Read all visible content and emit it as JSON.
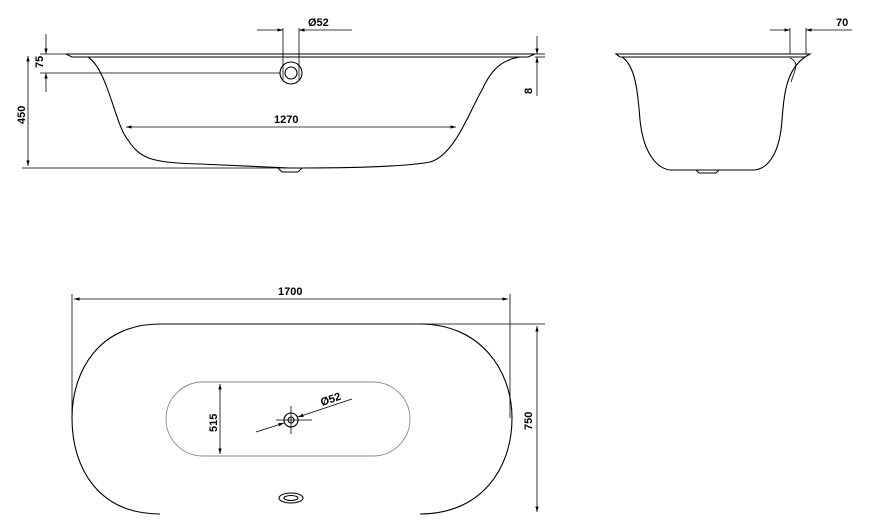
{
  "dimensions": {
    "side_overflow_diameter": "Ø52",
    "side_rim_depth": "75",
    "side_total_height": "450",
    "side_inner_length": "1270",
    "side_rim_thickness": "8",
    "end_rim_width": "70",
    "top_total_length": "1700",
    "top_total_width": "750",
    "top_inner_width": "515",
    "top_drain_diameter": "Ø52"
  },
  "colors": {
    "line": "#000000",
    "hidden_line": "#8a8a8a",
    "background": "#ffffff"
  }
}
